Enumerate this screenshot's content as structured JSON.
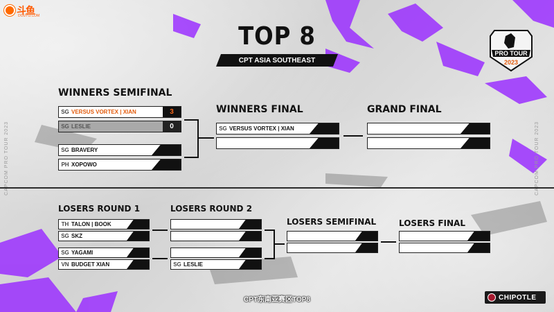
{
  "branding": {
    "douyu_logo_text": "斗鱼",
    "douyu_logo_sub": "DOUYU.COM",
    "pro_tour_top": "PRO TOUR",
    "pro_tour_year": "2023",
    "side_text": "CAPCOM PRO TOUR 2023",
    "sponsor": "CHIPOTLE"
  },
  "header": {
    "title": "TOP 8",
    "subtitle": "CPT ASIA SOUTHEAST"
  },
  "winners_semifinal": {
    "heading": "WINNERS SEMIFINAL",
    "match1": [
      {
        "region": "SG",
        "name": "VERSUS VORTEX | XIAN",
        "score": "3",
        "state": "win"
      },
      {
        "region": "SG",
        "name": "LESLIE",
        "score": "0",
        "state": "lose"
      }
    ],
    "match2": [
      {
        "region": "SG",
        "name": "BRAVERY",
        "score": "",
        "state": "pending"
      },
      {
        "region": "PH",
        "name": "XOPOWO",
        "score": "",
        "state": "pending"
      }
    ]
  },
  "winners_final": {
    "heading": "WINNERS FINAL",
    "slots": [
      {
        "region": "SG",
        "name": "VERSUS VORTEX | XIAN"
      },
      {
        "region": "",
        "name": ""
      }
    ]
  },
  "grand_final": {
    "heading": "GRAND FINAL",
    "slots": [
      {
        "region": "",
        "name": ""
      },
      {
        "region": "",
        "name": ""
      }
    ]
  },
  "losers_round1": {
    "heading": "LOSERS ROUND 1",
    "match1": [
      {
        "region": "TH",
        "name": "TALON | BOOK"
      },
      {
        "region": "SG",
        "name": "SKZ"
      }
    ],
    "match2": [
      {
        "region": "SG",
        "name": "YAGAMI"
      },
      {
        "region": "VN",
        "name": "BUDGET XIAN"
      }
    ]
  },
  "losers_round2": {
    "heading": "LOSERS ROUND 2",
    "match1": [
      {
        "region": "",
        "name": ""
      },
      {
        "region": "",
        "name": ""
      }
    ],
    "match2": [
      {
        "region": "",
        "name": ""
      },
      {
        "region": "SG",
        "name": "LESLIE"
      }
    ]
  },
  "losers_semifinal": {
    "heading": "LOSERS SEMIFINAL",
    "slots": [
      {
        "region": "",
        "name": ""
      },
      {
        "region": "",
        "name": ""
      }
    ]
  },
  "losers_final": {
    "heading": "LOSERS FINAL",
    "slots": [
      {
        "region": "",
        "name": ""
      },
      {
        "region": "",
        "name": ""
      }
    ]
  },
  "caption": "CPT东南亚赛区TOP8",
  "colors": {
    "accent": "#9b30ff",
    "win_orange": "#e25a0a",
    "dark": "#111111"
  }
}
